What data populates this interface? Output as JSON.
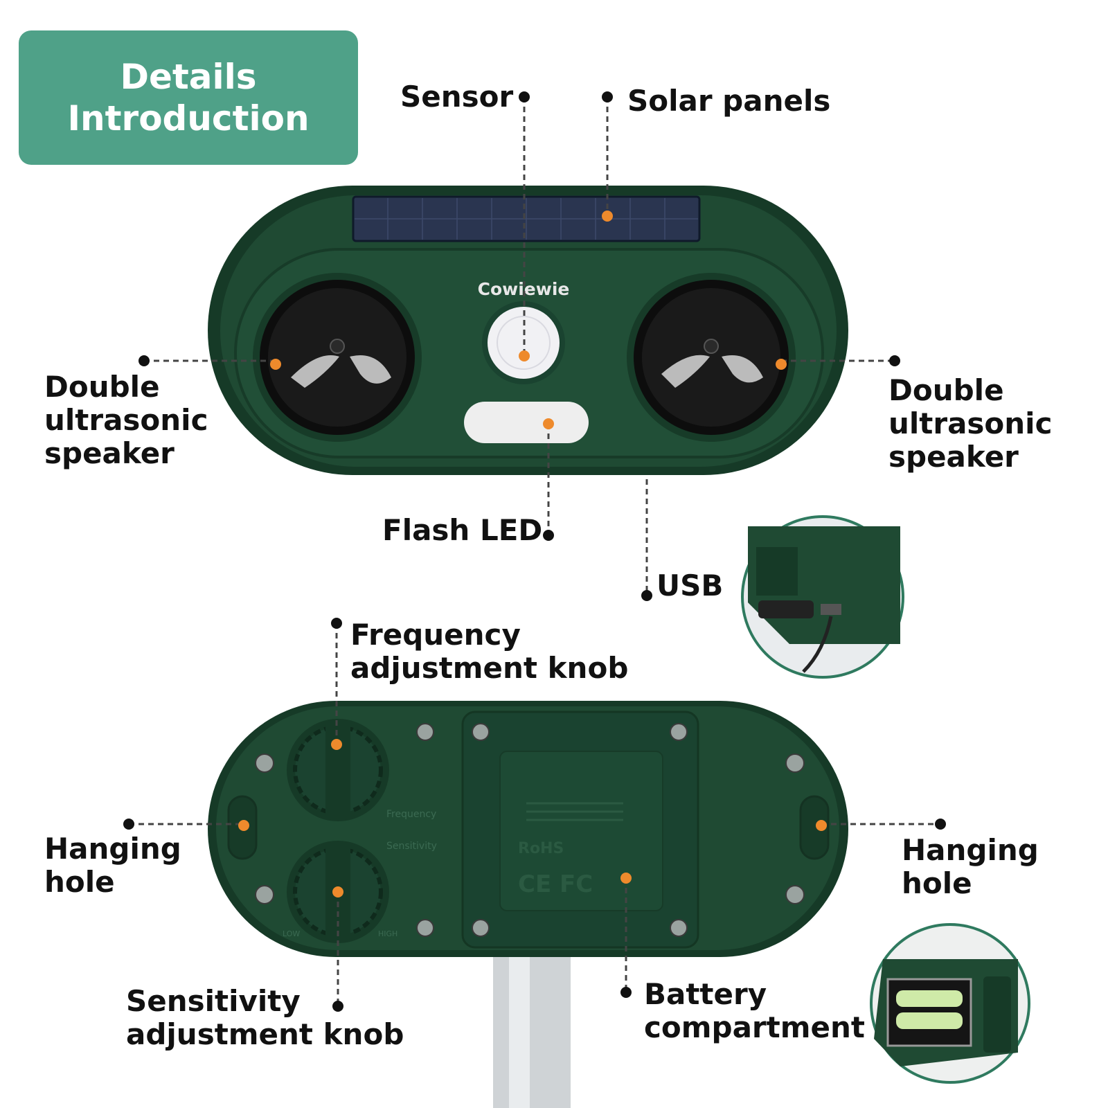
{
  "badge": {
    "line1": "Details",
    "line2": "Introduction"
  },
  "brand": "Cowiewie",
  "labels": {
    "sensor": "Sensor",
    "solar_panels": "Solar panels",
    "speaker_left": "Double\nultrasonic\nspeaker",
    "speaker_right": "Double\nultrasonic\nspeaker",
    "flash_led": "Flash LED",
    "usb": "USB",
    "frequency_knob": "Frequency\nadjustment knob",
    "hanging_hole_left": "Hanging\nhole",
    "hanging_hole_right": "Hanging\nhole",
    "sensitivity_knob": "Sensitivity\nadjustment knob",
    "battery_compartment": "Battery\ncompartment"
  },
  "device_back": {
    "frequency": "Frequency",
    "sensitivity": "Sensitivity",
    "low": "LOW",
    "high": "HIGH",
    "rohs": "RoHS",
    "marks": "CE FC"
  },
  "colors": {
    "badge": "#4fa188",
    "device_body": "#1f4a33",
    "marker_dot": "#ee8a2c",
    "connector": "#444444"
  }
}
